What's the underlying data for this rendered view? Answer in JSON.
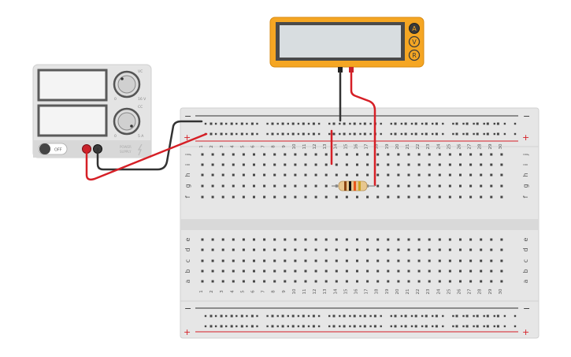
{
  "power_supply": {
    "label_voltage": "VC",
    "label_current": "CC",
    "dial_voltage_min": "0",
    "dial_voltage_max": "16 V",
    "dial_current_min": "0",
    "dial_current_max": "5 A",
    "power_switch_label": "OFF",
    "brand_line1": "POWER",
    "brand_line2": "SUPPLY"
  },
  "multimeter": {
    "mode_buttons": [
      "A",
      "V",
      "R"
    ],
    "active_mode": "A",
    "accent_color": "#f5a623",
    "button_color": "#f5a623"
  },
  "breadboard": {
    "columns": 30,
    "upper_row_letters": [
      "j",
      "i",
      "h",
      "g",
      "f"
    ],
    "lower_row_letters": [
      "e",
      "d",
      "c",
      "b",
      "a"
    ],
    "rail_minus": "−",
    "rail_plus": "+",
    "rail_negative_color": "#333333",
    "rail_positive_color": "#d61f26"
  },
  "components": {
    "resistor_bands": [
      "#8b4513",
      "#111111",
      "#e8581c",
      "#c9a227"
    ]
  }
}
